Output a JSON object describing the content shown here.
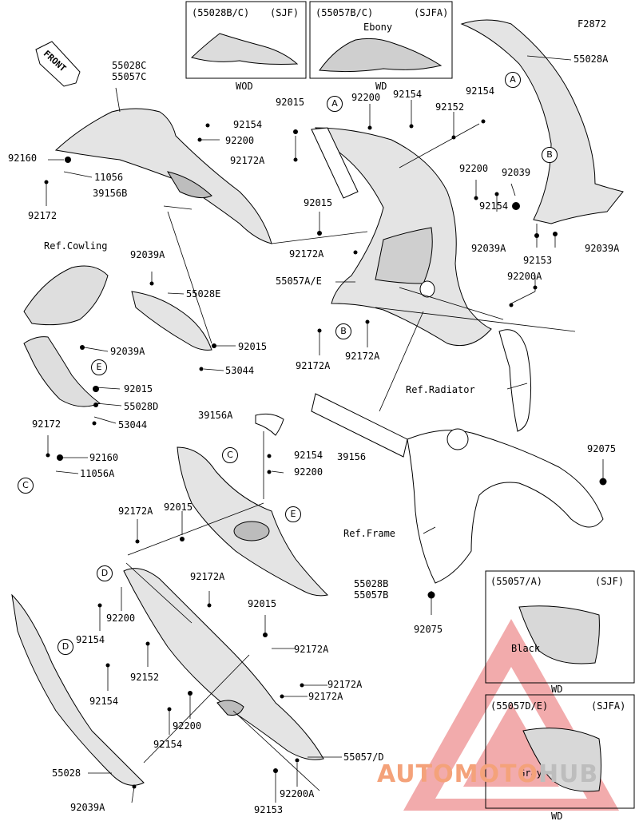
{
  "diagram_code": "F2872",
  "front_label": "FRONT",
  "insets": {
    "top_left": {
      "code": "(55028B/C)",
      "variant": "(SJF)",
      "caption": "WOD"
    },
    "top_right": {
      "code": "(55057B/C)",
      "variant": "(SJFA)",
      "color": "Ebony",
      "caption": "WD"
    },
    "mid_right": {
      "code": "(55057/A)",
      "variant": "(SJF)",
      "color": "Black",
      "caption": "WD"
    },
    "bottom_right": {
      "code": "(55057D/E)",
      "variant": "(SJFA)",
      "color": "Gray",
      "caption": "WD"
    }
  },
  "refs": {
    "cowling": "Ref.Cowling",
    "radiator": "Ref.Radiator",
    "frame": "Ref.Frame"
  },
  "labels": {
    "p55028c": "55028C",
    "p55057c": "55057C",
    "p92160a": "92160",
    "p11056": "11056",
    "p39156b": "39156B",
    "p92172a_l": "92172",
    "p92154_t": "92154",
    "p92200_t": "92200",
    "p92015_t": "92015",
    "p92200_t2": "92200",
    "p92154_t2": "92154",
    "p92152_t": "92152",
    "p92154_t3": "92154",
    "p92172A_t": "92172A",
    "p92015_m": "92015",
    "p92172A_m": "92172A",
    "p55057AE": "55057A/E",
    "p92172A_m2": "92172A",
    "p92172A_m3": "92172A",
    "p92200_r": "92200",
    "p92154_r": "92154",
    "p92039_r": "92039",
    "p55028A": "55028A",
    "p92039A_r1": "92039A",
    "p92039A_r2": "92039A",
    "p92153_r": "92153",
    "p92200A_r": "92200A",
    "p92039A_c": "92039A",
    "p55028E": "55028E",
    "p92039A_c2": "92039A",
    "p92015_c": "92015",
    "p53044_c": "53044",
    "p92015_c2": "92015",
    "p55028D": "55028D",
    "p53044_c2": "53044",
    "p92172_c": "92172",
    "p92160_c": "92160",
    "p11056A": "11056A",
    "p39156A": "39156A",
    "p39156": "39156",
    "p92154_mid": "92154",
    "p92200_mid": "92200",
    "p92075_t": "92075",
    "p92075_b": "92075",
    "p92172A_b1": "92172A",
    "p92015_b1": "92015",
    "p55028B": "55028B",
    "p55057B": "55057B",
    "p92172A_b2": "92172A",
    "p92200_b": "92200",
    "p92154_b": "92154",
    "p92152_b": "92152",
    "p92154_b2": "92154",
    "p92015_b2": "92015",
    "p92172A_b3": "92172A",
    "p92172A_b4": "92172A",
    "p92172A_b5": "92172A",
    "p92200_b2": "92200",
    "p92154_b3": "92154",
    "p55057D": "55057/D",
    "p55028": "55028",
    "p92200A_b": "92200A",
    "p92039A_b": "92039A",
    "p92153_b": "92153"
  },
  "callouts": {
    "A": "A",
    "B": "B",
    "C": "C",
    "D": "D",
    "E": "E"
  },
  "watermark": {
    "part1": "AUTO",
    "part2": "MOTO",
    "part3": "HUB"
  }
}
